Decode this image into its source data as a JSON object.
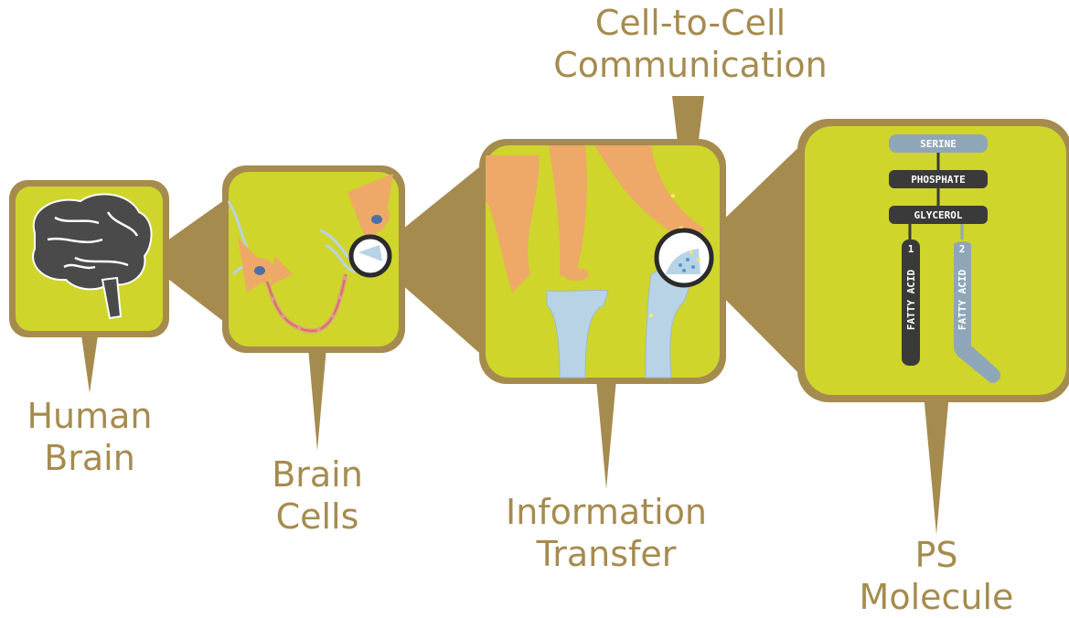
{
  "stages": [
    {
      "line1": "Human",
      "line2": "Brain"
    },
    {
      "line1": "Brain",
      "line2": "Cells"
    },
    {
      "line1": "Information",
      "line2": "Transfer"
    },
    {
      "line1": "PS",
      "line2": "Molecule"
    }
  ],
  "callout": {
    "line1": "Cell-to-Cell",
    "line2": "Communication"
  },
  "molecule": {
    "serine": "SERINE",
    "phosphate": "PHOSPHATE",
    "glycerol": "GLYCEROL",
    "fatty_acid_1_num": "1",
    "fatty_acid_2_num": "2",
    "fatty_acid_1_label": "FATTY ACID",
    "fatty_acid_2_label": "FATTY ACID"
  },
  "colors": {
    "frame": "#a68b4f",
    "panel": "#cfd52b",
    "neuron": "#eea867",
    "dendrite": "#b8d3e5",
    "dark_bar": "#3a3a3a",
    "grey_blue_bar": "#8fa6b8"
  }
}
